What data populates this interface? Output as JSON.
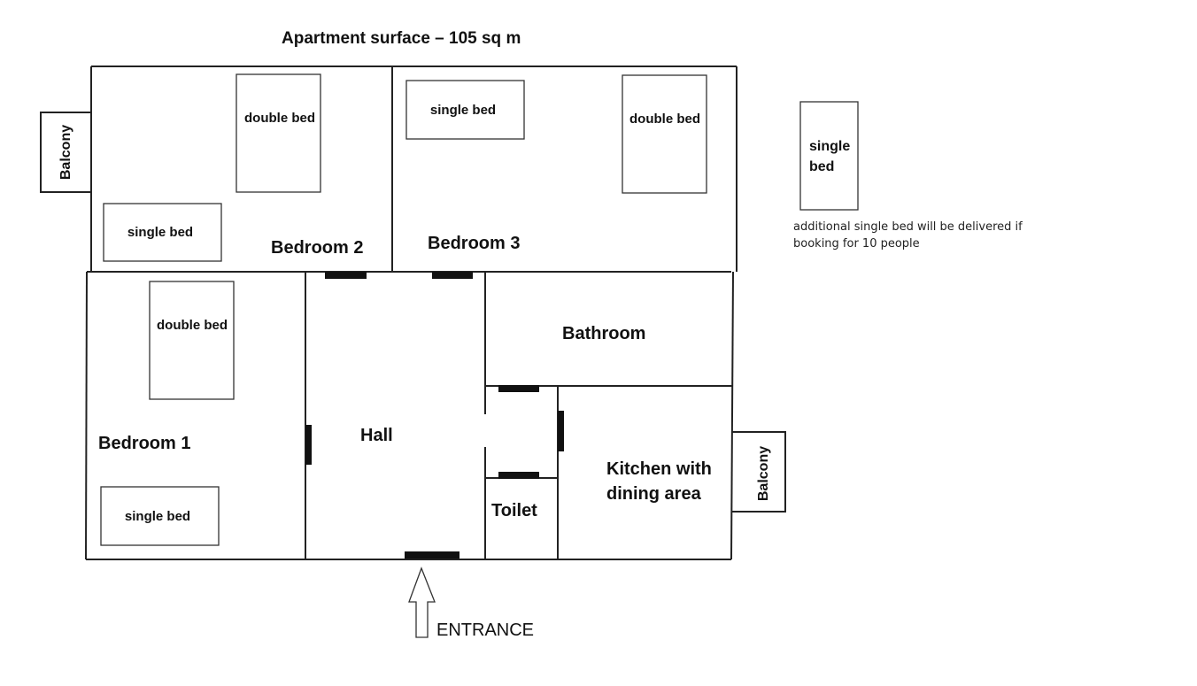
{
  "title": "Apartment surface – 105 sq m",
  "rooms": {
    "bedroom1": "Bedroom 1",
    "bedroom2": "Bedroom 2",
    "bedroom3": "Bedroom 3",
    "bathroom": "Bathroom",
    "hall": "Hall",
    "toilet": "Toilet",
    "kitchen_line1": "Kitchen with",
    "kitchen_line2": "dining area"
  },
  "balcony_label": "Balcony",
  "beds": {
    "double": "double bed",
    "single": "single bed",
    "extra_line1": "single",
    "extra_line2": "bed"
  },
  "note": "additional single bed will be delivered if booking for 10 people",
  "entrance": "ENTRANCE"
}
